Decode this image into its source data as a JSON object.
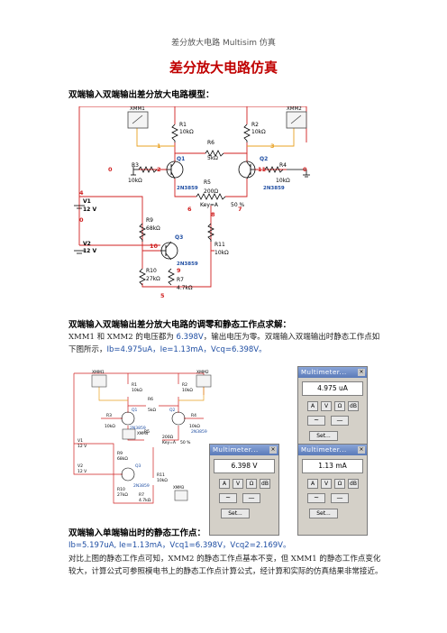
{
  "header": {
    "running_title": "差分放大电路 Multisim 仿真"
  },
  "title": "差分放大电路仿真",
  "section1": {
    "heading": "双端输入双端输出差分放大电路模型："
  },
  "schematic": {
    "xmm1": "XMM1",
    "xmm2": "XMM2",
    "r1": "R1",
    "r1v": "10kΩ",
    "r2": "R2",
    "r2v": "10kΩ",
    "r3": "R3",
    "r3v": "10kΩ",
    "r4": "R4",
    "r4v": "10kΩ",
    "r5": "R5",
    "r5v": "200Ω",
    "r5key": "Key=A",
    "r5pct": "50 %",
    "r6": "R6",
    "r6v": "5kΩ",
    "r7": "R7",
    "r7v": "4.7kΩ",
    "r9": "R9",
    "r9v": "68kΩ",
    "r10": "R10",
    "r10v": "27kΩ",
    "r11": "R11",
    "r11v": "10kΩ",
    "q1": "Q1",
    "q2": "Q2",
    "q3": "Q3",
    "bjt": "2N3859",
    "v1": "V1",
    "v1v": "12 V",
    "v2": "V2",
    "v2v": "12 V",
    "n0a": "0",
    "n0b": "0",
    "n0c": "0",
    "n1": "1",
    "n2": "2",
    "n3": "3",
    "n4": "4",
    "n5": "5",
    "n6": "6",
    "n7": "7",
    "n8": "8",
    "n9": "9",
    "n10": "10",
    "n11": "11",
    "xmm4": "XMM4",
    "xmm3": "XMM3"
  },
  "section2": {
    "heading": "双端输入双端输出差分放大电路的调零和静态工作点求解：",
    "para_a": "XMM1 和 XMM2 的电压都为 ",
    "v_val": "6.398V",
    "para_b": "，输出电压为零。双端输入双端输出时静态工作点如下图所示，",
    "params": "Ib=4.975uA，Ie=1.13mA，Vcq=6.398V。"
  },
  "multimeters": [
    {
      "title": "Multimeter...",
      "reading": "4.975 uA",
      "btns": [
        "A",
        "V",
        "Ω",
        "dB"
      ],
      "set": "Set..."
    },
    {
      "title": "Multimeter...",
      "reading": "6.398 V",
      "btns": [
        "A",
        "V",
        "Ω",
        "dB"
      ],
      "set": "Set..."
    },
    {
      "title": "Multimeter...",
      "reading": "1.13 mA",
      "btns": [
        "A",
        "V",
        "Ω",
        "dB"
      ],
      "set": "Set..."
    }
  ],
  "section3": {
    "heading": "双端输入单端输出时的静态工作点：",
    "params": "Ib=5.197uA, Ie=1.13mA，Vcq1=6.398V，Vcq2=2.169V。",
    "para": "对比上图的静态工作点可知，XMM2 的静态工作点基本不变，但 XMM1 的静态工作点变化较大，计算公式可参照模电书上的静态工作点计算公式，经计算和实际的仿真结果非常接近。"
  }
}
